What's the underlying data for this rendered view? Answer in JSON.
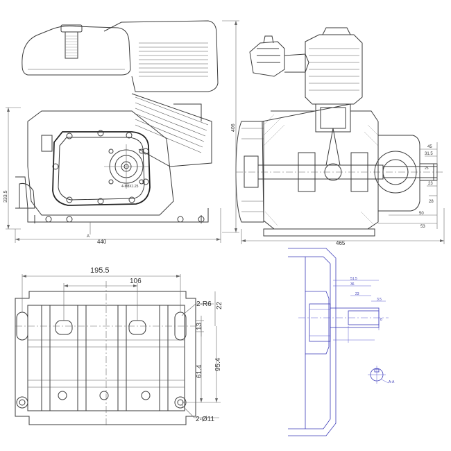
{
  "views": {
    "front": {
      "width_label": "440",
      "height_label": "333.5",
      "section_mark": "A",
      "flange_note": "4-M8X1.25"
    },
    "side": {
      "width_label": "465",
      "height_label": "406",
      "shaft_labels": [
        "45",
        "31.5",
        "25",
        "23",
        "28",
        "50",
        "53"
      ]
    },
    "base": {
      "width_label": "195.5",
      "inner_width_label": "106",
      "radius_note": "2-R6",
      "radius_dim": "22",
      "slot_dim": "13",
      "height_dim_1": "61.4",
      "height_dim_2": "95.4",
      "hole_note": "2-Ø11"
    },
    "shaft_section": {
      "labels": [
        "51.5",
        "36",
        "23",
        "3.5",
        "8"
      ],
      "detail_note": "A-A"
    }
  }
}
